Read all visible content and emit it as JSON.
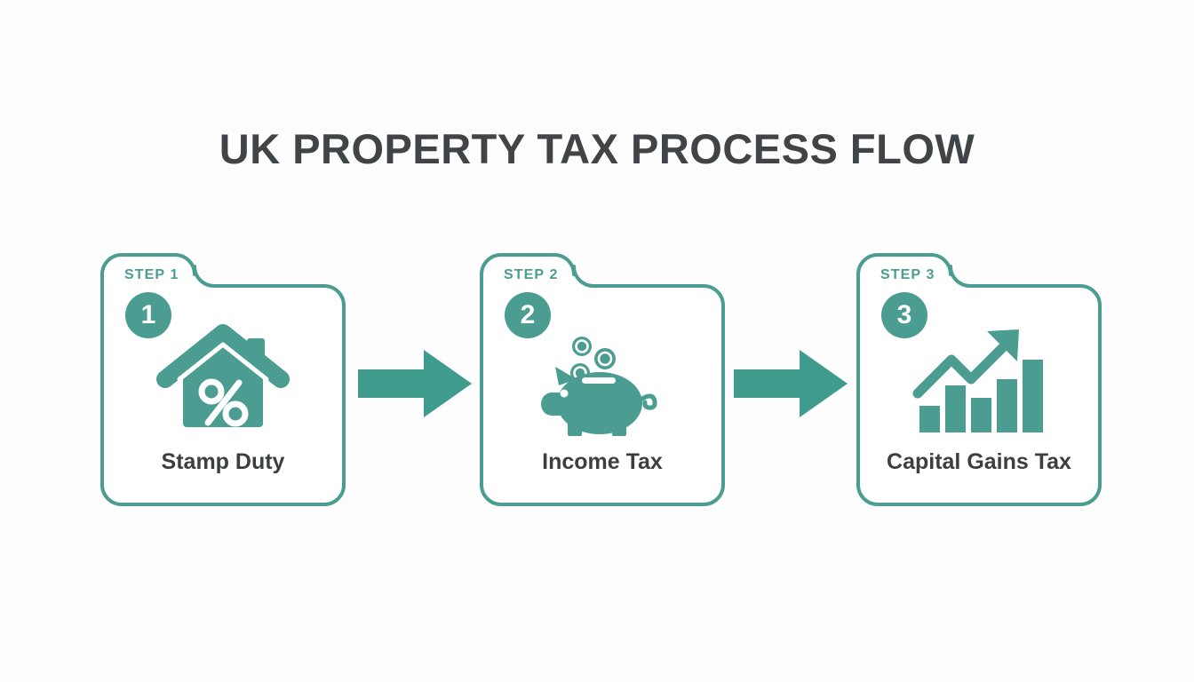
{
  "page": {
    "title": "UK PROPERTY TAX PROCESS FLOW",
    "background_color": "#fcfdfc",
    "accent_color": "#4a9d90",
    "title_color": "#414446",
    "label_color": "#3c3f41"
  },
  "steps": [
    {
      "step_label": "STEP 1",
      "number": "1",
      "title": "Stamp Duty",
      "icon": "house-percent-icon"
    },
    {
      "step_label": "STEP 2",
      "number": "2",
      "title": "Income Tax",
      "icon": "piggy-bank-icon"
    },
    {
      "step_label": "STEP 3",
      "number": "3",
      "title": "Capital Gains Tax",
      "icon": "growth-bar-chart-icon"
    }
  ],
  "connectors": [
    {
      "name": "arrow-right-icon",
      "from": "STEP 1",
      "to": "STEP 2"
    },
    {
      "name": "arrow-right-icon",
      "from": "STEP 2",
      "to": "STEP 3"
    }
  ]
}
